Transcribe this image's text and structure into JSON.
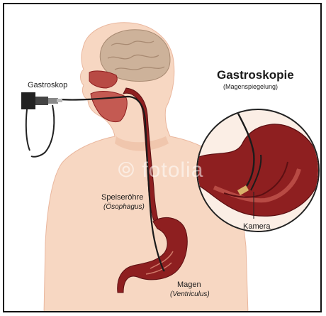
{
  "title": "Gastroskopie",
  "subtitle": "(Magenspiegelung)",
  "labels": {
    "gastroskop": "Gastroskop",
    "speiseroehre": "Speiseröhre",
    "speiseroehre_latin": "(Ösophagus)",
    "magen": "Magen",
    "magen_latin": "(Ventriculus)",
    "kamera": "Kamera"
  },
  "watermark": "fotolia",
  "colors": {
    "skin": "#f7d7c2",
    "skin_shade": "#f0c6ad",
    "organ": "#8e1f20",
    "organ_dark": "#5c0f12",
    "organ_light": "#b84a44",
    "brain": "#cdb29a",
    "tube": "#1b1b1b"
  },
  "icons": [
    "endoscope-device-icon",
    "fotolia-logo-icon"
  ]
}
